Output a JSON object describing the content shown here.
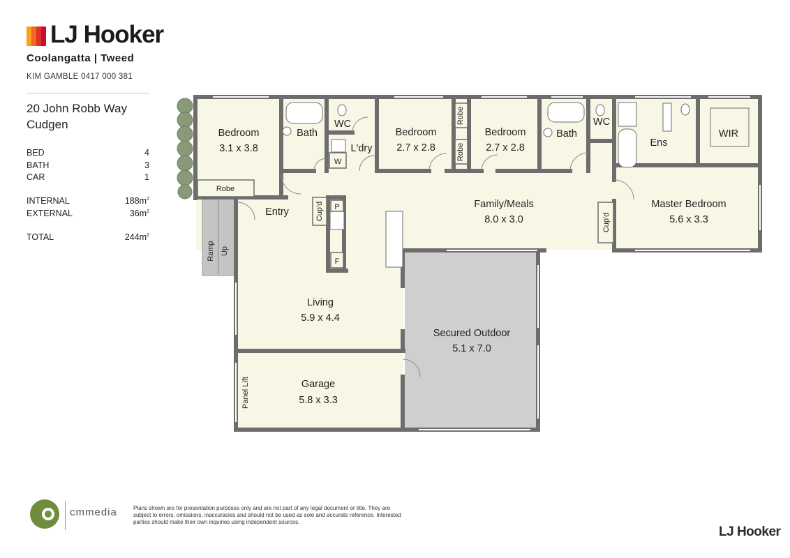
{
  "header": {
    "brand": "LJ Hooker",
    "office": "Coolangatta | Tweed",
    "agent": "KIM GAMBLE 0417 000 381",
    "logo_colors": [
      "#f7a21b",
      "#f26722",
      "#e0312b",
      "#c8102e"
    ]
  },
  "property": {
    "address_line1": "20 John Robb Way",
    "address_line2": "Cudgen",
    "specs": [
      {
        "label": "BED",
        "value": "4"
      },
      {
        "label": "BATH",
        "value": "3"
      },
      {
        "label": "CAR",
        "value": "1"
      }
    ],
    "areas": [
      {
        "label": "INTERNAL",
        "value": "188m",
        "sup": "2"
      },
      {
        "label": "EXTERNAL",
        "value": "36m",
        "sup": "2"
      }
    ],
    "total": {
      "label": "TOTAL",
      "value": "244m",
      "sup": "2"
    }
  },
  "plan": {
    "rooms": [
      {
        "name": "Bedroom",
        "dims": "3.1 x 3.8"
      },
      {
        "name": "Bath",
        "dims": ""
      },
      {
        "name": "WC",
        "dims": ""
      },
      {
        "name": "L'dry",
        "dims": ""
      },
      {
        "name": "Bedroom",
        "dims": "2.7 x 2.8"
      },
      {
        "name": "Bedroom",
        "dims": "2.7 x 2.8"
      },
      {
        "name": "Bath",
        "dims": ""
      },
      {
        "name": "WC",
        "dims": ""
      },
      {
        "name": "Ens",
        "dims": ""
      },
      {
        "name": "WIR",
        "dims": ""
      },
      {
        "name": "Family/Meals",
        "dims": "8.0 x 3.0"
      },
      {
        "name": "Master Bedroom",
        "dims": "5.6 x 3.3"
      },
      {
        "name": "Entry",
        "dims": ""
      },
      {
        "name": "Living",
        "dims": "5.9 x 4.4"
      },
      {
        "name": "Secured Outdoor",
        "dims": "5.1 x 7.0"
      },
      {
        "name": "Garage",
        "dims": "5.8 x 3.3"
      }
    ],
    "small_labels": {
      "robe": "Robe",
      "cupd": "Cup'd",
      "ramp": "Ramp",
      "up": "Up",
      "panel_lift": "Panel Lift",
      "w": "W",
      "p": "P",
      "f": "F"
    },
    "colors": {
      "room_fill": "#f8f6e4",
      "wall": "#6d6d6d",
      "outdoor_fill": "#cfcfcf",
      "ramp_fill": "#c4c4c4",
      "hedge": "#8a9a78"
    }
  },
  "footer": {
    "cm_brand": "cmmedia",
    "disclaimer": "Plans shown are for presentation purposes only and are not part of any legal document or title. They are subject to errors, omissions, inaccuracies and should not be used as sole and accurate reference.  Interested parties should make their own inquiries using independent sources.",
    "brand": "LJ Hooker"
  }
}
